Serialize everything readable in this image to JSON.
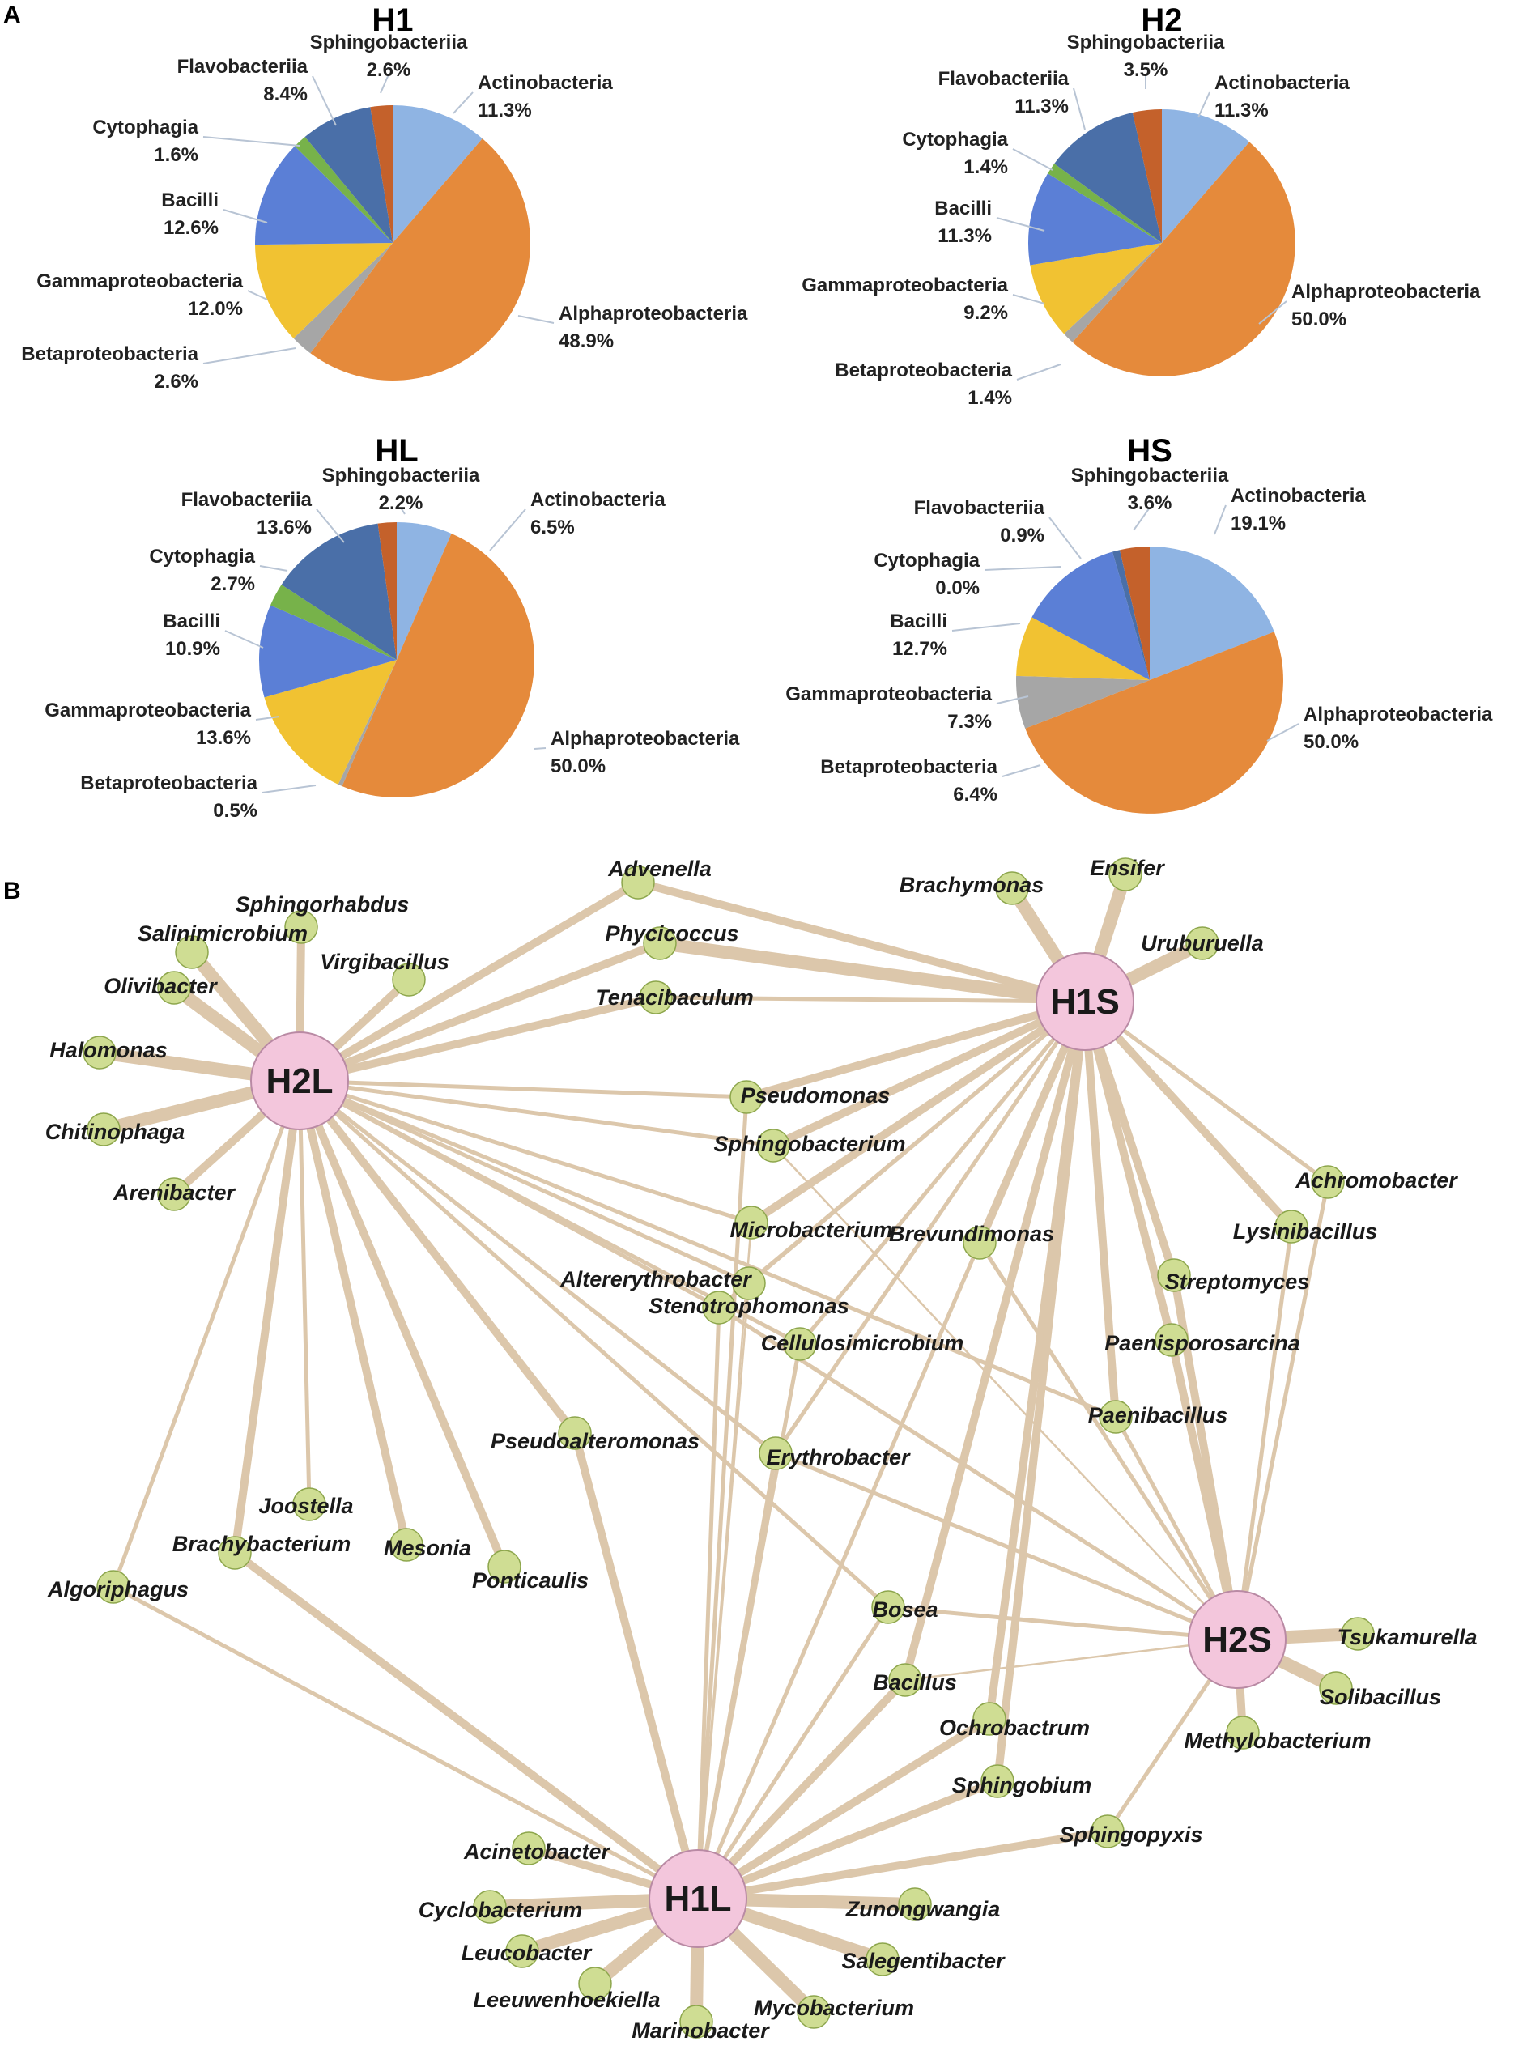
{
  "figure": {
    "panel_a_label": "A",
    "panel_b_label": "B"
  },
  "colors": {
    "Actinobacteria": "#8fb4e3",
    "Alphaproteobacteria": "#e58a3b",
    "Betaproteobacteria": "#a6a6a6",
    "Gammaproteobacteria": "#f1c232",
    "Bacilli": "#5b7fd6",
    "Cytophagia": "#77b24a",
    "Flavobacteriia": "#4a6fa8",
    "Sphingobacteriia": "#c4612b",
    "edge": "#dcc7ab",
    "genus_node": "#cfdd93",
    "hub_node": "#f3c6dc"
  },
  "chart_data": [
    {
      "type": "pie",
      "title": "H1",
      "labels": [
        "Actinobacteria",
        "Alphaproteobacteria",
        "Betaproteobacteria",
        "Gammaproteobacteria",
        "Bacilli",
        "Cytophagia",
        "Flavobacteriia",
        "Sphingobacteriia"
      ],
      "values": [
        11.3,
        48.9,
        2.6,
        12.0,
        12.6,
        1.6,
        8.4,
        2.6
      ],
      "value_labels": [
        "11.3%",
        "48.9%",
        "2.6%",
        "12.0%",
        "12.6%",
        "1.6%",
        "8.4%",
        "2.6%"
      ]
    },
    {
      "type": "pie",
      "title": "H2",
      "labels": [
        "Actinobacteria",
        "Alphaproteobacteria",
        "Betaproteobacteria",
        "Gammaproteobacteria",
        "Bacilli",
        "Cytophagia",
        "Flavobacteriia",
        "Sphingobacteriia"
      ],
      "values": [
        11.3,
        50.0,
        1.4,
        9.2,
        11.3,
        1.4,
        11.3,
        3.5
      ],
      "value_labels": [
        "11.3%",
        "50.0%",
        "1.4%",
        "9.2%",
        "11.3%",
        "1.4%",
        "11.3%",
        "3.5%"
      ]
    },
    {
      "type": "pie",
      "title": "HL",
      "labels": [
        "Actinobacteria",
        "Alphaproteobacteria",
        "Betaproteobacteria",
        "Gammaproteobacteria",
        "Bacilli",
        "Cytophagia",
        "Flavobacteriia",
        "Sphingobacteriia"
      ],
      "values": [
        6.5,
        50.0,
        0.5,
        13.6,
        10.9,
        2.7,
        13.6,
        2.2
      ],
      "value_labels": [
        "6.5%",
        "50.0%",
        "0.5%",
        "13.6%",
        "10.9%",
        "2.7%",
        "13.6%",
        "2.2%"
      ]
    },
    {
      "type": "pie",
      "title": "HS",
      "labels": [
        "Actinobacteria",
        "Alphaproteobacteria",
        "Betaproteobacteria",
        "Gammaproteobacteria",
        "Bacilli",
        "Cytophagia",
        "Flavobacteriia",
        "Sphingobacteriia"
      ],
      "values": [
        19.1,
        50.0,
        6.4,
        7.3,
        12.7,
        0.0,
        0.9,
        3.6
      ],
      "value_labels": [
        "19.1%",
        "50.0%",
        "6.4%",
        "7.3%",
        "12.7%",
        "0.0%",
        "0.9%",
        "3.6%"
      ]
    }
  ],
  "network": {
    "hubs": [
      "H2L",
      "H1S",
      "H2S",
      "H1L"
    ],
    "genera": [
      {
        "name": "Sphingorhabdus",
        "links": [
          [
            "H2L",
            3
          ]
        ]
      },
      {
        "name": "Salinimicrobium",
        "links": [
          [
            "H2L",
            4
          ]
        ]
      },
      {
        "name": "Olivibacter",
        "links": [
          [
            "H2L",
            4
          ]
        ]
      },
      {
        "name": "Halomonas",
        "links": [
          [
            "H2L",
            4
          ]
        ]
      },
      {
        "name": "Chitinophaga",
        "links": [
          [
            "H2L",
            4
          ]
        ]
      },
      {
        "name": "Arenibacter",
        "links": [
          [
            "H2L",
            3
          ]
        ]
      },
      {
        "name": "Virgibacillus",
        "links": [
          [
            "H2L",
            3
          ]
        ]
      },
      {
        "name": "Advenella",
        "links": [
          [
            "H2L",
            3
          ],
          [
            "H1S",
            3
          ]
        ]
      },
      {
        "name": "Phycicoccus",
        "links": [
          [
            "H2L",
            3
          ],
          [
            "H1S",
            4
          ]
        ]
      },
      {
        "name": "Tenacibaculum",
        "links": [
          [
            "H2L",
            3
          ],
          [
            "H1S",
            2
          ]
        ]
      },
      {
        "name": "Brachymonas",
        "links": [
          [
            "H1S",
            4
          ]
        ]
      },
      {
        "name": "Ensifer",
        "links": [
          [
            "H1S",
            4
          ]
        ]
      },
      {
        "name": "Uruburuella",
        "links": [
          [
            "H1S",
            4
          ]
        ]
      },
      {
        "name": "Pseudomonas",
        "links": [
          [
            "H2L",
            2
          ],
          [
            "H1S",
            3
          ],
          [
            "H1L",
            2
          ]
        ]
      },
      {
        "name": "Sphingobacterium",
        "links": [
          [
            "H2L",
            2
          ],
          [
            "H1S",
            3
          ],
          [
            "H2S",
            1
          ]
        ]
      },
      {
        "name": "Achromobacter",
        "links": [
          [
            "H1S",
            2
          ],
          [
            "H2S",
            2
          ]
        ]
      },
      {
        "name": "Lysinibacillus",
        "links": [
          [
            "H1S",
            3
          ],
          [
            "H2S",
            2
          ]
        ]
      },
      {
        "name": "Microbacterium",
        "links": [
          [
            "H2L",
            2
          ],
          [
            "H1S",
            3
          ],
          [
            "H1L",
            1
          ]
        ]
      },
      {
        "name": "Brevundimonas",
        "links": [
          [
            "H1S",
            3
          ],
          [
            "H1L",
            2
          ],
          [
            "H2S",
            2
          ]
        ]
      },
      {
        "name": "Streptomyces",
        "links": [
          [
            "H1S",
            3
          ],
          [
            "H2S",
            3
          ]
        ]
      },
      {
        "name": "Altererythrobacter",
        "links": [
          [
            "H2L",
            2
          ],
          [
            "H1S",
            2
          ],
          [
            "H1L",
            1
          ]
        ]
      },
      {
        "name": "Stenotrophomonas",
        "links": [
          [
            "H2L",
            2
          ],
          [
            "H1S",
            2
          ],
          [
            "H1L",
            2
          ],
          [
            "H2S",
            2
          ]
        ]
      },
      {
        "name": "Cellulosimicrobium",
        "links": [
          [
            "H2L",
            2
          ],
          [
            "H1S",
            2
          ],
          [
            "H1L",
            2
          ]
        ]
      },
      {
        "name": "Paenisporosarcina",
        "links": [
          [
            "H1S",
            3
          ],
          [
            "H2S",
            3
          ]
        ]
      },
      {
        "name": "Paenibacillus",
        "links": [
          [
            "H2L",
            2
          ],
          [
            "H1S",
            3
          ],
          [
            "H2S",
            2
          ]
        ]
      },
      {
        "name": "Pseudoalteromonas",
        "links": [
          [
            "H2L",
            3
          ],
          [
            "H1L",
            3
          ]
        ]
      },
      {
        "name": "Erythrobacter",
        "links": [
          [
            "H2L",
            2
          ],
          [
            "H1S",
            2
          ],
          [
            "H1L",
            2
          ],
          [
            "H2S",
            2
          ]
        ]
      },
      {
        "name": "Joostella",
        "links": [
          [
            "H2L",
            2
          ]
        ]
      },
      {
        "name": "Brachybacterium",
        "links": [
          [
            "H2L",
            3
          ],
          [
            "H1L",
            3
          ]
        ]
      },
      {
        "name": "Mesonia",
        "links": [
          [
            "H2L",
            3
          ]
        ]
      },
      {
        "name": "Ponticaulis",
        "links": [
          [
            "H2L",
            3
          ]
        ]
      },
      {
        "name": "Algoriphagus",
        "links": [
          [
            "H2L",
            2
          ],
          [
            "H1L",
            2
          ]
        ]
      },
      {
        "name": "Bosea",
        "links": [
          [
            "H2L",
            2
          ],
          [
            "H1L",
            2
          ],
          [
            "H2S",
            2
          ]
        ]
      },
      {
        "name": "Bacillus",
        "links": [
          [
            "H1S",
            3
          ],
          [
            "H1L",
            3
          ],
          [
            "H2S",
            1
          ]
        ]
      },
      {
        "name": "Ochrobactrum",
        "links": [
          [
            "H1S",
            3
          ],
          [
            "H1L",
            3
          ]
        ]
      },
      {
        "name": "Sphingobium",
        "links": [
          [
            "H1S",
            3
          ],
          [
            "H1L",
            3
          ]
        ]
      },
      {
        "name": "Sphingopyxis",
        "links": [
          [
            "H1L",
            3
          ],
          [
            "H2S",
            2
          ]
        ]
      },
      {
        "name": "Tsukamurella",
        "links": [
          [
            "H2S",
            4
          ]
        ]
      },
      {
        "name": "Solibacillus",
        "links": [
          [
            "H2S",
            4
          ]
        ]
      },
      {
        "name": "Methylobacterium",
        "links": [
          [
            "H2S",
            3
          ]
        ]
      },
      {
        "name": "Acinetobacter",
        "links": [
          [
            "H1L",
            3
          ]
        ]
      },
      {
        "name": "Cyclobacterium",
        "links": [
          [
            "H1L",
            4
          ]
        ]
      },
      {
        "name": "Leucobacter",
        "links": [
          [
            "H1L",
            4
          ]
        ]
      },
      {
        "name": "Leeuwenhoekiella",
        "links": [
          [
            "H1L",
            4
          ]
        ]
      },
      {
        "name": "Marinobacter",
        "links": [
          [
            "H1L",
            4
          ]
        ]
      },
      {
        "name": "Mycobacterium",
        "links": [
          [
            "H1L",
            4
          ]
        ]
      },
      {
        "name": "Salegentibacter",
        "links": [
          [
            "H1L",
            4
          ]
        ]
      },
      {
        "name": "Zunongwangia",
        "links": [
          [
            "H1L",
            4
          ]
        ]
      }
    ]
  }
}
